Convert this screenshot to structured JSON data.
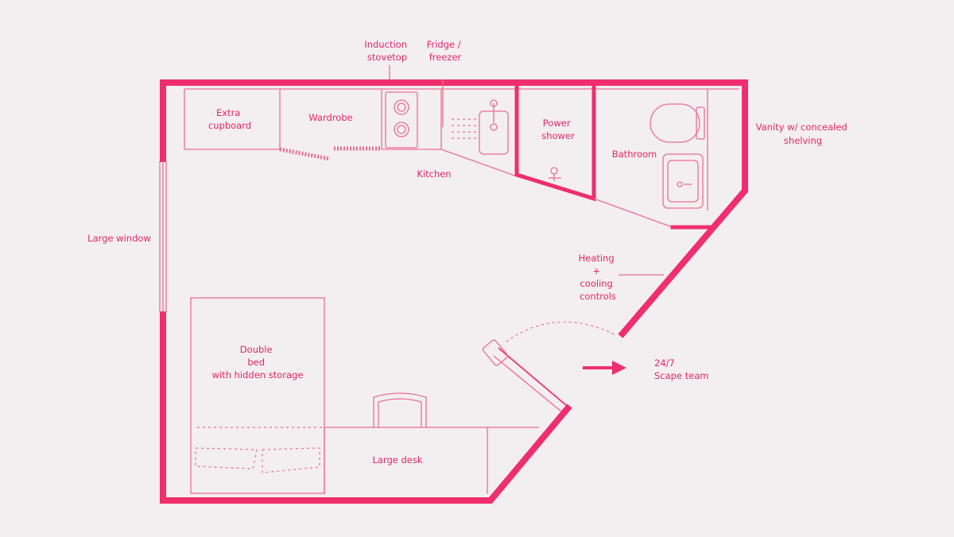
{
  "colors": {
    "background": "#f3eef0",
    "wall": "#ef2e6e",
    "line": "#ea6f94",
    "text": "#e0286a"
  },
  "labels": {
    "induction": [
      "Induction",
      "stovetop"
    ],
    "fridge": [
      "Fridge /",
      "freezer"
    ],
    "extra_cupboard": [
      "Extra",
      "cupboard"
    ],
    "wardrobe": "Wardrobe",
    "power_shower": [
      "Power",
      "shower"
    ],
    "bathroom": "Bathroom",
    "vanity": [
      "Vanity w/ concealed",
      "shelving"
    ],
    "kitchen": "Kitchen",
    "large_window": "Large window",
    "heating": [
      "Heating",
      "+",
      "cooling",
      "controls"
    ],
    "double_bed": [
      "Double",
      "bed",
      "with hidden storage"
    ],
    "large_desk": "Large desk",
    "scape_team": [
      "24/7",
      "Scape team"
    ]
  },
  "icons": {
    "fridge": "fridge-icon",
    "stove": "induction-hob-icon",
    "toilet": "toilet-icon",
    "sink": "sink-icon",
    "shower": "shower-head-icon",
    "chair": "chair-icon",
    "arrow": "arrow-right-icon"
  }
}
